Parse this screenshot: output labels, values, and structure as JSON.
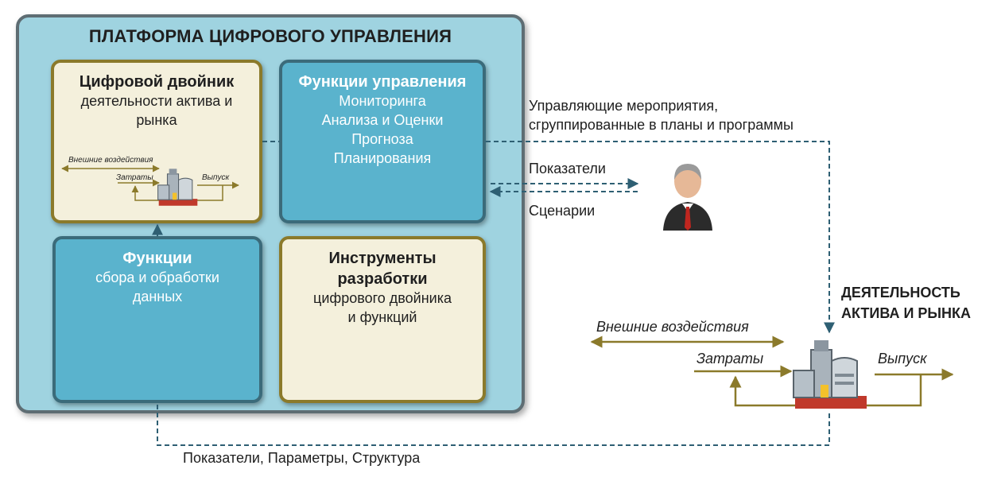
{
  "platform": {
    "title": "ПЛАТФОРМА ЦИФРОВОГО УПРАВЛЕНИЯ"
  },
  "cards": {
    "twin": {
      "title": "Цифровой двойник",
      "body": [
        "деятельности актива и",
        "рынка"
      ]
    },
    "mgmt": {
      "title": "Функции управления",
      "body": [
        "Мониторинга",
        "Анализа и Оценки",
        "Прогноза",
        "Планирования"
      ]
    },
    "collect": {
      "title": "Функции",
      "body": [
        "сбора и обработки",
        "данных"
      ]
    },
    "tools": {
      "title": [
        "Инструменты",
        "разработки"
      ],
      "body": [
        "цифрового двойника",
        "и функций"
      ]
    }
  },
  "mini_diagram": {
    "external": "Внешние воздействия",
    "costs": "Затраты",
    "output": "Выпуск"
  },
  "labels": {
    "actions": [
      "Управляющие мероприятия,",
      "сгруппированные в планы и программы"
    ],
    "indicators": "Показатели",
    "scenarios": "Сценарии",
    "bottom": "Показатели, Параметры, Структура",
    "activity": [
      "ДЕЯТЕЛЬНОСТЬ",
      "АКТИВА И РЫНКА"
    ]
  },
  "asset_diagram": {
    "external": "Внешние воздействия",
    "costs": "Затраты",
    "output": "Выпуск"
  },
  "colors": {
    "dashed": "#2e5f73",
    "olive": "#8b7a2b",
    "cream": "#f4f0dc",
    "blue_card": "#5ab3cd",
    "platform": "#9fd3e0"
  },
  "icons": [
    "person-icon",
    "factory-icon"
  ]
}
